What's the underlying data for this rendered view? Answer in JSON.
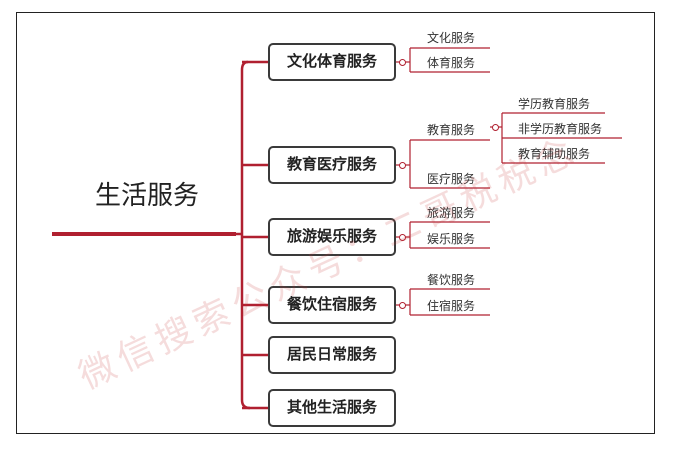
{
  "root": {
    "label": "生活服务"
  },
  "categories": [
    {
      "label": "文化体育服务",
      "children": [
        {
          "label": "文化服务"
        },
        {
          "label": "体育服务"
        }
      ]
    },
    {
      "label": "教育医疗服务",
      "children": [
        {
          "label": "教育服务",
          "children": [
            {
              "label": "学历教育服务"
            },
            {
              "label": "非学历教育服务"
            },
            {
              "label": "教育辅助服务"
            }
          ]
        },
        {
          "label": "医疗服务"
        }
      ]
    },
    {
      "label": "旅游娱乐服务",
      "children": [
        {
          "label": "旅游服务"
        },
        {
          "label": "娱乐服务"
        }
      ]
    },
    {
      "label": "餐饮住宿服务",
      "children": [
        {
          "label": "餐饮服务"
        },
        {
          "label": "住宿服务"
        }
      ]
    },
    {
      "label": "居民日常服务"
    },
    {
      "label": "其他生活服务"
    }
  ],
  "watermark": {
    "text": "微信搜索公众号：二哥税税念"
  },
  "colors": {
    "branch": "#b02030",
    "box_border": "#3a3a3a",
    "text": "#222222"
  }
}
